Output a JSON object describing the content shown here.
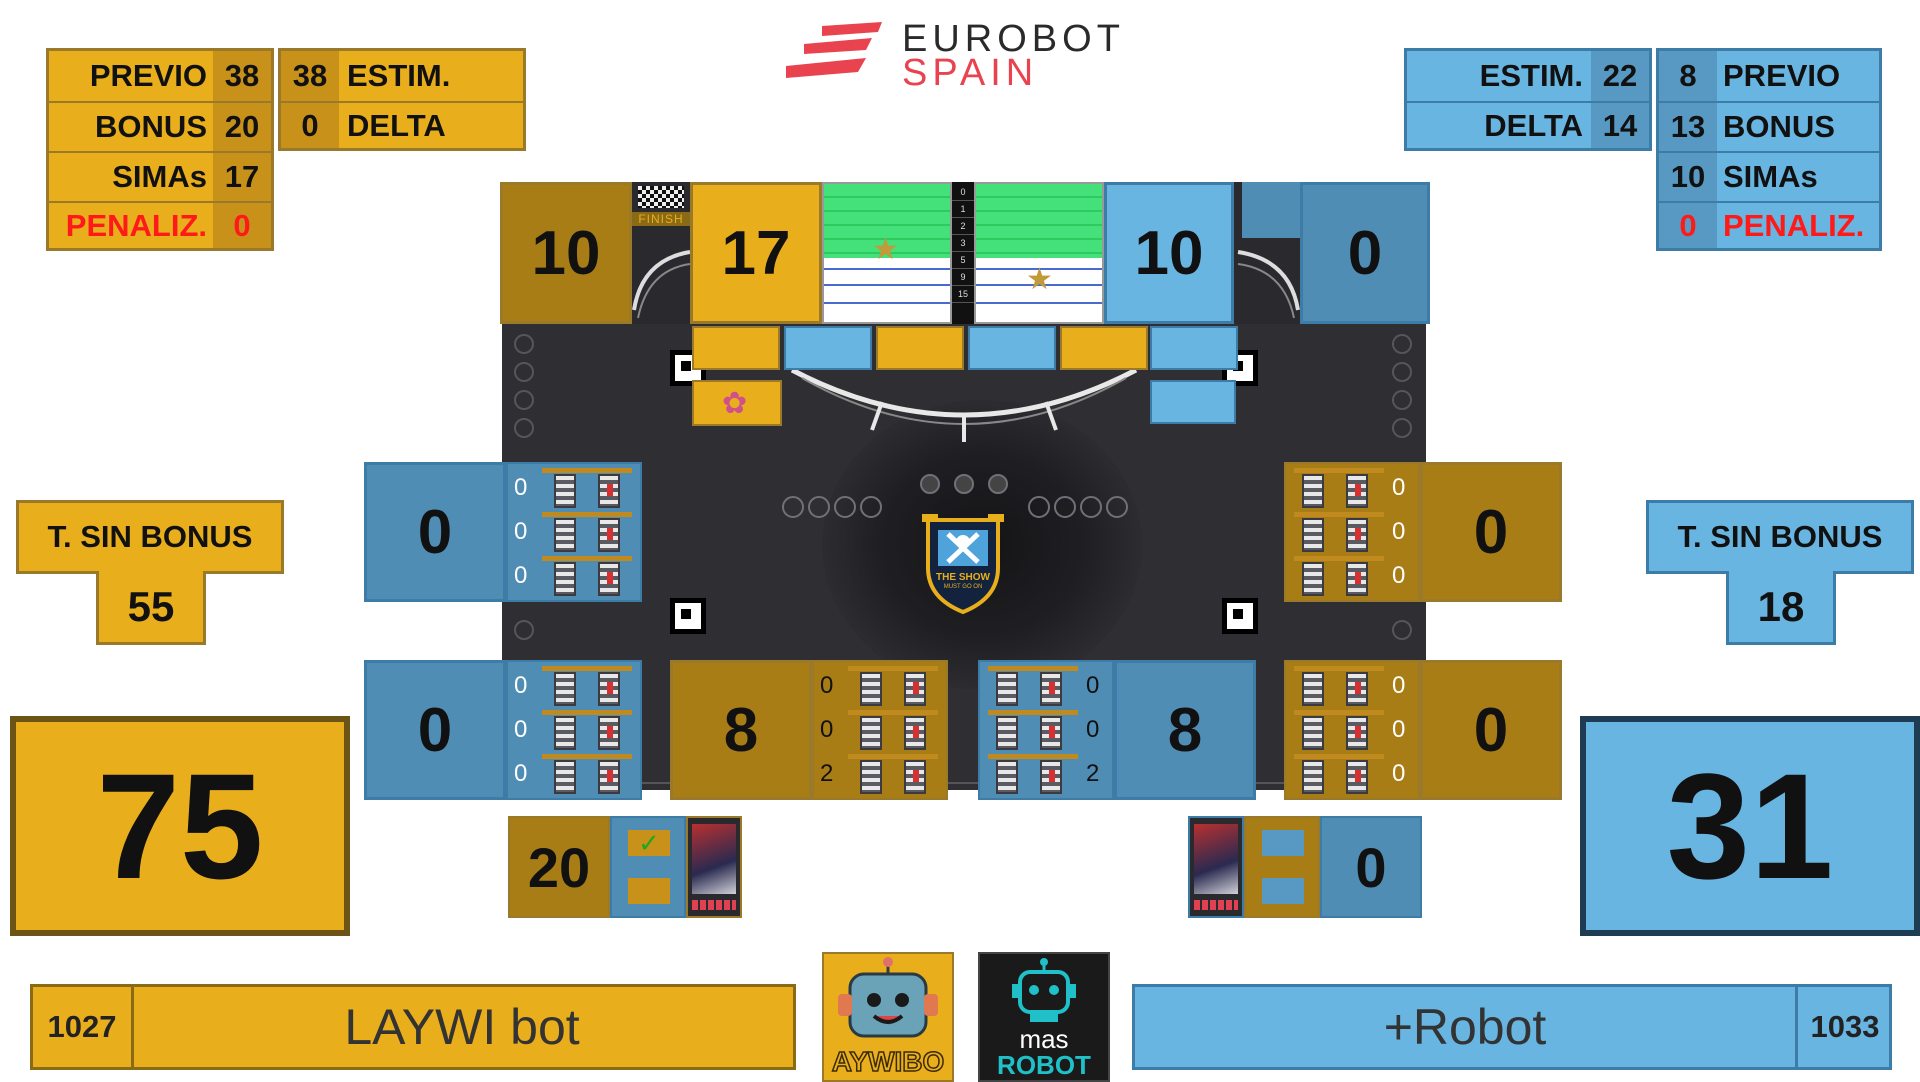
{
  "logo": {
    "line1": "EUROBOT",
    "line2": "SPAIN"
  },
  "colors": {
    "yellow": "#e9ae1c",
    "blue": "#68b5e2",
    "penalty": "#ff1a1a"
  },
  "yellow": {
    "previo_label": "PREVIO",
    "previo_value": "38",
    "estim_value": "38",
    "estim_label": "ESTIM.",
    "bonus_label": "BONUS",
    "bonus_value": "20",
    "delta_value": "0",
    "delta_label": "DELTA",
    "simas_label": "SIMAs",
    "simas_value": "17",
    "penaliz_label": "PENALIZ.",
    "penaliz_value": "0",
    "t_sin_bonus_label": "T. SIN BONUS",
    "t_sin_bonus_value": "55",
    "total": "75",
    "team_number": "1027",
    "team_name": "LAYWI bot",
    "avatar_text": "AYWIBO",
    "bonus_box_value": "20",
    "top_score_a": "10",
    "top_score_b": "17",
    "finish_label": "FINISH",
    "zone_left_top": "0",
    "zone_left_bottom": "0",
    "zone_right_top": "0",
    "zone_right_bottom": "0",
    "zone_center_left": "8",
    "stacks_lt": [
      "0",
      "0",
      "0"
    ],
    "stacks_lb": [
      "0",
      "0",
      "0"
    ],
    "stacks_cl": [
      "0",
      "0",
      "2"
    ]
  },
  "blue": {
    "estim_label": "ESTIM.",
    "estim_value": "22",
    "previo_value": "8",
    "previo_label": "PREVIO",
    "delta_label": "DELTA",
    "delta_value": "14",
    "bonus_value": "13",
    "bonus_label": "BONUS",
    "simas_value": "10",
    "simas_label": "SIMAs",
    "penaliz_value": "0",
    "penaliz_label": "PENALIZ.",
    "t_sin_bonus_label": "T. SIN BONUS",
    "t_sin_bonus_value": "18",
    "total": "31",
    "team_number": "1033",
    "team_name": "+Robot",
    "avatar_line1": "mas",
    "avatar_line2": "ROBOT",
    "bonus_box_value": "0",
    "top_score_a": "10",
    "top_score_b": "0",
    "zone_center_right": "8",
    "stacks_rt": [
      "0",
      "0",
      "0"
    ],
    "stacks_rb": [
      "0",
      "0",
      "0"
    ],
    "stacks_cr": [
      "0",
      "0",
      "2"
    ]
  },
  "scale": {
    "marks": [
      "0",
      "1",
      "2",
      "3",
      "5",
      "9",
      "15"
    ]
  },
  "field": {
    "center_emblem_line1": "THE SHOW",
    "center_emblem_line2": "MUST GO ON"
  },
  "check_mark": "✓"
}
